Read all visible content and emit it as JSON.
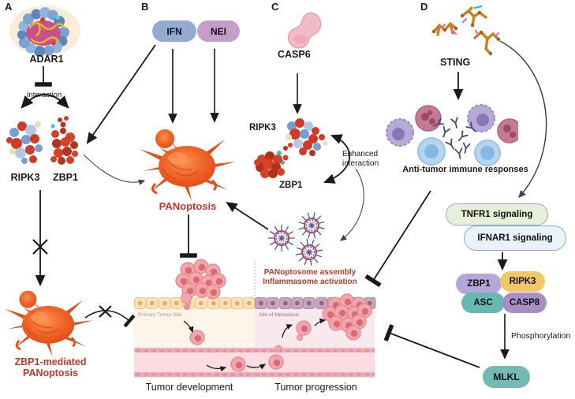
{
  "panel_a": {
    "label": "A",
    "adar1": "ADAR1",
    "interaction": "Interaction",
    "ripk3": "RIPK3",
    "zbp1": "ZBP1",
    "outcome1": "ZBP1-mediated",
    "outcome2": "PANoptosis"
  },
  "panel_b": {
    "label": "B",
    "ifn": "IFN",
    "nei": "NEI",
    "panoptosis": "PANoptosis"
  },
  "panel_c": {
    "label": "C",
    "casp6": "CASP6",
    "ripk3": "RIPK3",
    "zbp1": "ZBP1",
    "enhanced1": "Enhanced",
    "enhanced2": "interaction",
    "panoptosome1": "PANoptosome assembly",
    "panoptosome2": "Inflammasome activation"
  },
  "panel_d": {
    "label": "D",
    "sting": "STING",
    "immune": "Anti-tumor immune responses",
    "tnfr1": "TNFR1 signaling",
    "ifnar1": "IFNAR1 signaling",
    "zbp1": "ZBP1",
    "ripk3": "RIPK3",
    "asc": "ASC",
    "casp8": "CASP8",
    "phosphorylation": "Phosphorylation",
    "mlkl": "MLKL"
  },
  "tumor_diagram": {
    "primary_site": "Primary Tumor Site",
    "metastasis_site": "Site of Metastasis",
    "development": "Tumor development",
    "progression": "Tumor progression"
  },
  "colors": {
    "red_label": "#c2392b",
    "ifn_pill": "#93abd3",
    "nei_pill": "#c59dca",
    "tnfr1_pill": "#e7efd9",
    "ifnar1_pill": "#eaf2fb",
    "zbp1_pill": "#b5a7d9",
    "ripk3_pill": "#f3c768",
    "asc_pill": "#65b9b1",
    "casp8_pill": "#a98fc6",
    "mlkl_pill": "#74bab3",
    "panoptosis_orange": "#e8541c",
    "tumor_cell_pink": "#f3a6ab",
    "epithelium_primary": "#fbe3ba",
    "epithelium_metastasis": "#c7a6bb"
  }
}
